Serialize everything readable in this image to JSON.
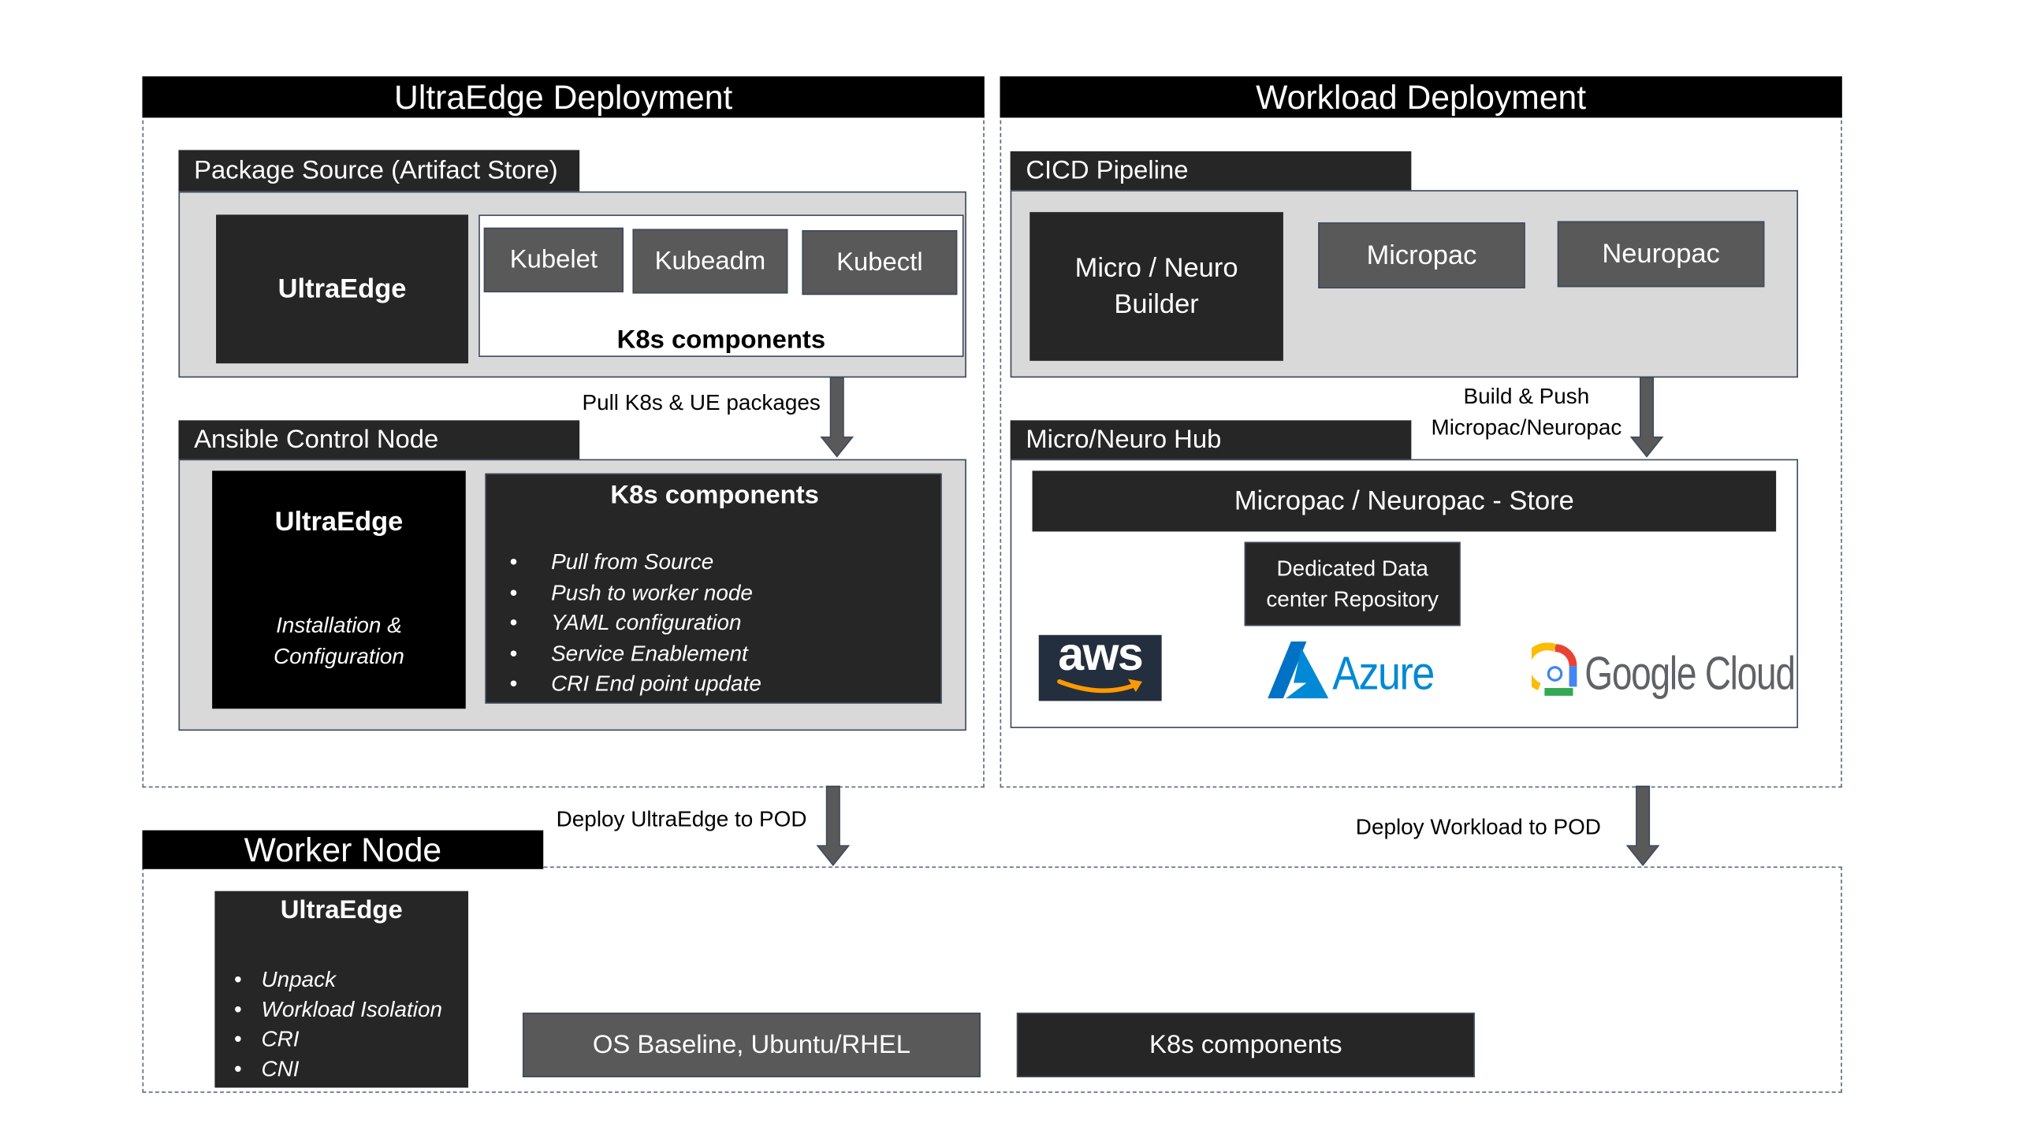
{
  "ultraedge_deployment": {
    "title": "UltraEdge Deployment",
    "package_source": {
      "title": "Package Source (Artifact Store)",
      "ultraedge_label": "UltraEdge",
      "k8s_components_label": "K8s components",
      "components": [
        "Kubelet",
        "Kubeadm",
        "Kubectl"
      ]
    },
    "pull_label": "Pull K8s & UE packages",
    "ansible_node": {
      "title": "Ansible Control Node",
      "ultraedge_label": "UltraEdge",
      "ultraedge_sub_1": "Installation &",
      "ultraedge_sub_2": "Configuration",
      "k8s_title": "K8s components",
      "k8s_items": [
        "Pull from Source",
        "Push to worker node",
        "YAML configuration",
        "Service Enablement",
        "CRI End point update"
      ]
    }
  },
  "workload_deployment": {
    "title": "Workload Deployment",
    "cicd": {
      "title": "CICD Pipeline",
      "builder_line1": "Micro / Neuro",
      "builder_line2": "Builder",
      "micropac": "Micropac",
      "neuropac": "Neuropac"
    },
    "build_push_line1": "Build & Push",
    "build_push_line2": "Micropac/Neuropac",
    "hub": {
      "title": "Micro/Neuro Hub",
      "store": "Micropac / Neuropac - Store",
      "repo_line1": "Dedicated Data",
      "repo_line2": "center Repository",
      "aws": "aws",
      "azure": "Azure",
      "google": "Google Cloud"
    }
  },
  "deploy_ultraedge_label": "Deploy UltraEdge to POD",
  "deploy_workload_label": "Deploy Workload to POD",
  "worker_node": {
    "title": "Worker Node",
    "ultraedge_label": "UltraEdge",
    "items": [
      "Unpack",
      "Workload Isolation",
      "CRI",
      "CNI"
    ],
    "os_baseline": "OS Baseline, Ubuntu/RHEL",
    "k8s_components": "K8s components"
  },
  "colors": {
    "aws_orange": "#ff9900",
    "azure_blue": "#0089d6",
    "arrow_grey": "#595959"
  }
}
